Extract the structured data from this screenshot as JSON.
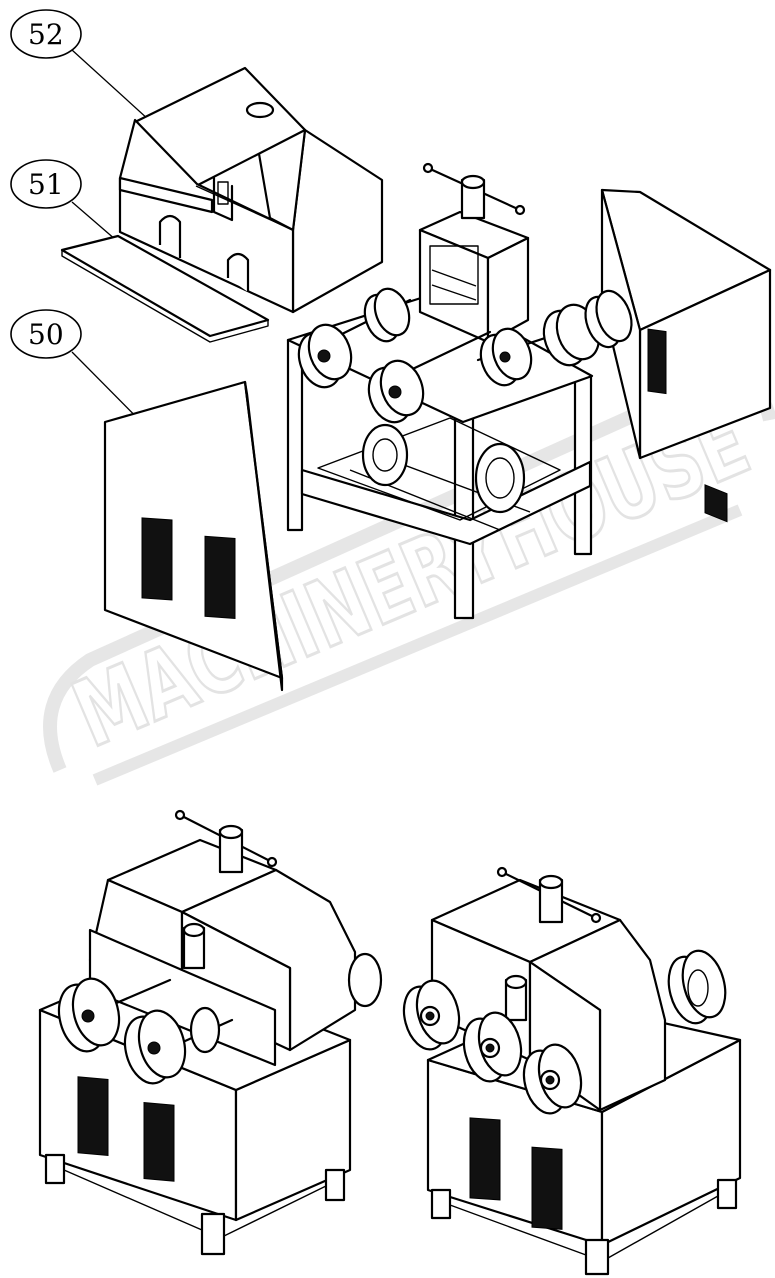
{
  "callouts": [
    {
      "id": "52",
      "label": "52"
    },
    {
      "id": "51",
      "label": "51"
    },
    {
      "id": "50",
      "label": "50"
    }
  ],
  "watermark": {
    "text": "MACHINERYHOUSE"
  },
  "colors": {
    "line": "#000000",
    "vent": "#111111",
    "watermark": "#e3e3e3",
    "background": "#ffffff"
  }
}
